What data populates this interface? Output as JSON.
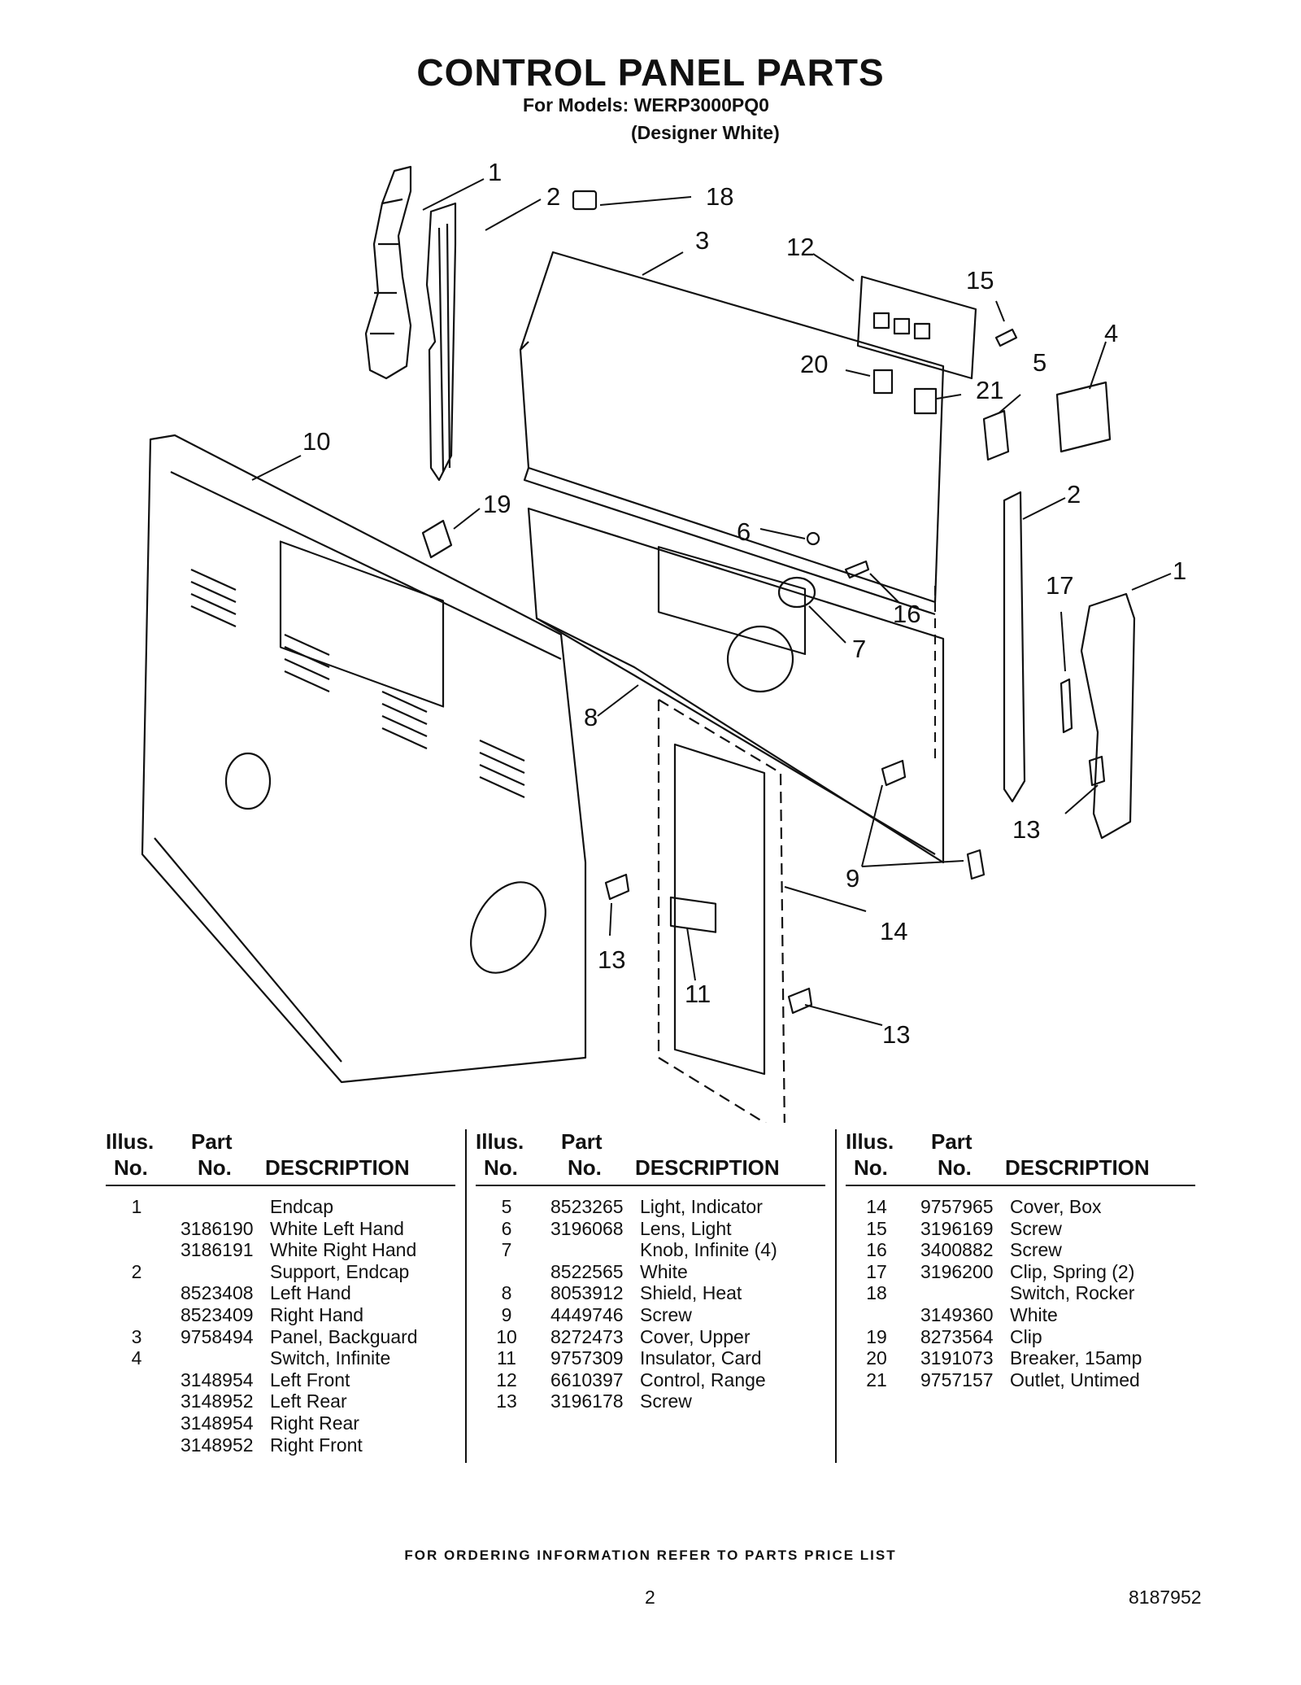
{
  "header": {
    "title": "CONTROL PANEL PARTS",
    "models_line": "For Models: WERP3000PQ0",
    "color_line": "(Designer White)"
  },
  "callouts": [
    "1",
    "2",
    "18",
    "3",
    "12",
    "15",
    "4",
    "20",
    "5",
    "21",
    "10",
    "19",
    "2",
    "6",
    "16",
    "17",
    "1",
    "7",
    "8",
    "13",
    "9",
    "14",
    "11",
    "13",
    "13"
  ],
  "columns": [
    {
      "headers": {
        "illus1": "Illus.",
        "illus2": "No.",
        "part1": "Part",
        "part2": "No.",
        "desc": "DESCRIPTION"
      },
      "rows": [
        {
          "illus": "1",
          "part": "",
          "desc": "Endcap"
        },
        {
          "illus": "",
          "part": "3186190",
          "desc": "White Left Hand"
        },
        {
          "illus": "",
          "part": "3186191",
          "desc": "White Right Hand"
        },
        {
          "illus": "2",
          "part": "",
          "desc": "Support, Endcap"
        },
        {
          "illus": "",
          "part": "8523408",
          "desc": "Left Hand"
        },
        {
          "illus": "",
          "part": "8523409",
          "desc": "Right Hand"
        },
        {
          "illus": "3",
          "part": "9758494",
          "desc": "Panel, Backguard"
        },
        {
          "illus": "4",
          "part": "",
          "desc": "Switch, Infinite"
        },
        {
          "illus": "",
          "part": "3148954",
          "desc": "Left Front"
        },
        {
          "illus": "",
          "part": "3148952",
          "desc": "Left Rear"
        },
        {
          "illus": "",
          "part": "3148954",
          "desc": "Right Rear"
        },
        {
          "illus": "",
          "part": "3148952",
          "desc": "Right Front"
        }
      ]
    },
    {
      "headers": {
        "illus1": "Illus.",
        "illus2": "No.",
        "part1": "Part",
        "part2": "No.",
        "desc": "DESCRIPTION"
      },
      "rows": [
        {
          "illus": "5",
          "part": "8523265",
          "desc": "Light, Indicator"
        },
        {
          "illus": "6",
          "part": "3196068",
          "desc": "Lens, Light"
        },
        {
          "illus": "7",
          "part": "",
          "desc": "Knob, Infinite (4)"
        },
        {
          "illus": "",
          "part": "8522565",
          "desc": "White"
        },
        {
          "illus": "8",
          "part": "8053912",
          "desc": "Shield, Heat"
        },
        {
          "illus": "9",
          "part": "4449746",
          "desc": "Screw"
        },
        {
          "illus": "10",
          "part": "8272473",
          "desc": "Cover, Upper"
        },
        {
          "illus": "11",
          "part": "9757309",
          "desc": "Insulator, Card"
        },
        {
          "illus": "12",
          "part": "6610397",
          "desc": "Control, Range"
        },
        {
          "illus": "13",
          "part": "3196178",
          "desc": "Screw"
        }
      ]
    },
    {
      "headers": {
        "illus1": "Illus.",
        "illus2": "No.",
        "part1": "Part",
        "part2": "No.",
        "desc": "DESCRIPTION"
      },
      "rows": [
        {
          "illus": "14",
          "part": "9757965",
          "desc": "Cover, Box"
        },
        {
          "illus": "15",
          "part": "3196169",
          "desc": "Screw"
        },
        {
          "illus": "16",
          "part": "3400882",
          "desc": "Screw"
        },
        {
          "illus": "17",
          "part": "3196200",
          "desc": "Clip, Spring (2)"
        },
        {
          "illus": "18",
          "part": "",
          "desc": "Switch, Rocker"
        },
        {
          "illus": "",
          "part": "3149360",
          "desc": "White"
        },
        {
          "illus": "19",
          "part": "8273564",
          "desc": "Clip"
        },
        {
          "illus": "20",
          "part": "3191073",
          "desc": "Breaker, 15amp"
        },
        {
          "illus": "21",
          "part": "9757157",
          "desc": "Outlet, Untimed"
        }
      ]
    }
  ],
  "footer": {
    "note": "FOR ORDERING INFORMATION REFER TO PARTS PRICE LIST",
    "page": "2",
    "doc_number": "8187952"
  }
}
